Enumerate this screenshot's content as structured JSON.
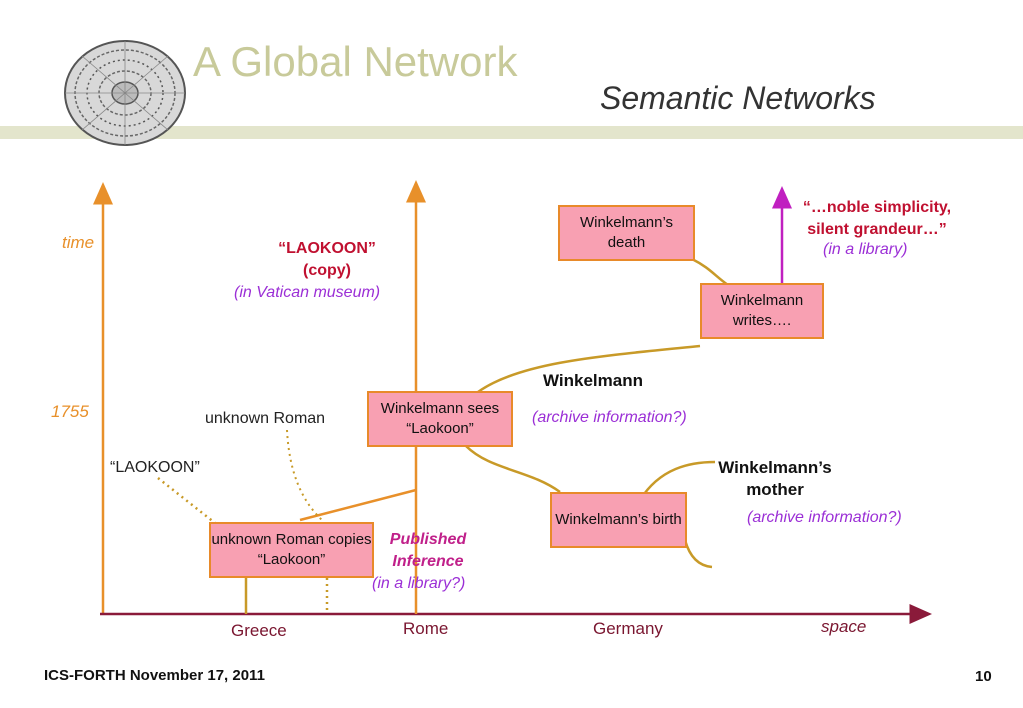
{
  "slide": {
    "title": "A Global Network",
    "subtitle": "Semantic Networks",
    "footer": "ICS-FORTH November 17, 2011",
    "page_number": "10"
  },
  "axes": {
    "y_label": "time",
    "y_tick": "1755",
    "x_label": "space",
    "x_categories": [
      "Greece",
      "Rome",
      "Germany"
    ]
  },
  "boxes": {
    "copy_box": "unknown Roman copies “Laokoon”",
    "sees_box": "Winkelmann sees “Laokoon”",
    "birth_box": "Winkelmann’s birth",
    "death_box": "Winkelmann’s death",
    "writes_box": "Winkelmann writes…."
  },
  "labels": {
    "laokoon_original": "“LAOKOON”",
    "unknown_roman": "unknown Roman",
    "laokoon_copy_line1": "“LAOKOON”",
    "laokoon_copy_line2": "(copy)",
    "vatican": "(in Vatican museum)",
    "published_line1": "Published",
    "published_line2": "Inference",
    "in_library_q": "(in a library?)",
    "winkelmann": "Winkelmann",
    "archive_info_1": "(archive information?)",
    "mother_line1": "Winkelmann’s",
    "mother_line2": "mother",
    "archive_info_2": "(archive information?)",
    "quote_line1": "“…noble simplicity,",
    "quote_line2": "silent grandeur…”",
    "in_library": "(in a library)"
  },
  "colors": {
    "box_fill": "#f8a0b2",
    "box_border": "#e88a2a",
    "axis_orange": "#e8902a",
    "x_axis": "#8a1a3a",
    "path_gold": "#c89a28",
    "purple": "#9b2fd6",
    "magenta": "#c0208a"
  }
}
